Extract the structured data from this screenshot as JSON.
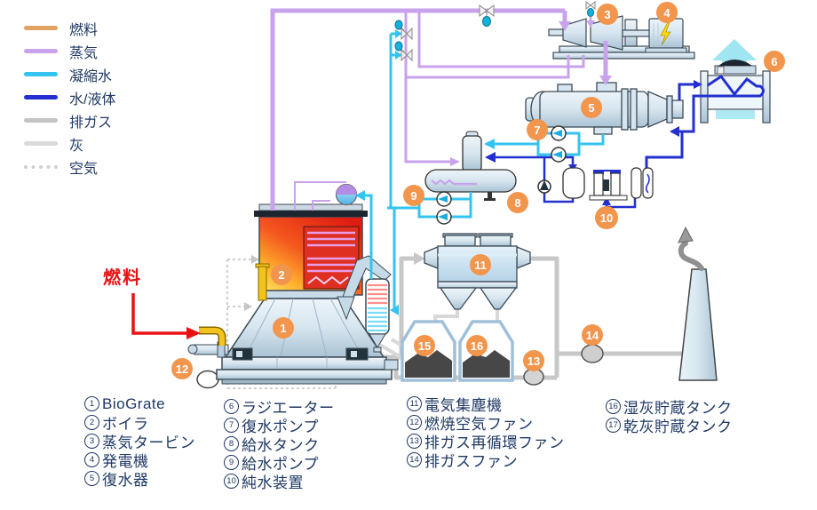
{
  "legend": {
    "items": [
      {
        "label": "燃料",
        "color": "#E2A362",
        "dashed": false
      },
      {
        "label": "蒸気",
        "color": "#C9A2EC",
        "dashed": false
      },
      {
        "label": "凝縮水",
        "color": "#35C4F0",
        "dashed": false
      },
      {
        "label": "水/液体",
        "color": "#2330CF",
        "dashed": false
      },
      {
        "label": "排ガス",
        "color": "#C4C4C4",
        "dashed": false
      },
      {
        "label": "灰",
        "color": "#DADADA",
        "dashed": false
      },
      {
        "label": "空気",
        "color": "#CFCFCF",
        "dashed": true
      }
    ]
  },
  "fuel_callout": {
    "label": "燃料",
    "color": "#E81212"
  },
  "badges": [
    "1",
    "2",
    "3",
    "4",
    "5",
    "6",
    "7",
    "8",
    "9",
    "10",
    "11",
    "12",
    "13",
    "14",
    "15",
    "16"
  ],
  "colors": {
    "badge": "#F2954D",
    "list_text": "#1F3864"
  },
  "component_list": {
    "columns": [
      {
        "items": [
          {
            "num": "1",
            "label": "BioGrate"
          },
          {
            "num": "2",
            "label": "ボイラ"
          },
          {
            "num": "3",
            "label": "蒸気タービン"
          },
          {
            "num": "4",
            "label": "発電機"
          },
          {
            "num": "5",
            "label": "復水器"
          }
        ]
      },
      {
        "items": [
          {
            "num": "6",
            "label": "ラジエーター"
          },
          {
            "num": "7",
            "label": "復水ポンプ"
          },
          {
            "num": "8",
            "label": "給水タンク"
          },
          {
            "num": "9",
            "label": "給水ポンプ"
          },
          {
            "num": "10",
            "label": "純水装置"
          }
        ]
      },
      {
        "items": [
          {
            "num": "11",
            "label": "電気集塵機"
          },
          {
            "num": "12",
            "label": "燃焼空気ファン"
          },
          {
            "num": "13",
            "label": "排ガス再循環ファン"
          },
          {
            "num": "14",
            "label": "排ガスファン"
          }
        ]
      },
      {
        "items": [
          {
            "num": "16",
            "label": "湿灰貯蔵タンク"
          },
          {
            "num": "17",
            "label": "乾灰貯蔵タンク"
          }
        ]
      }
    ]
  }
}
